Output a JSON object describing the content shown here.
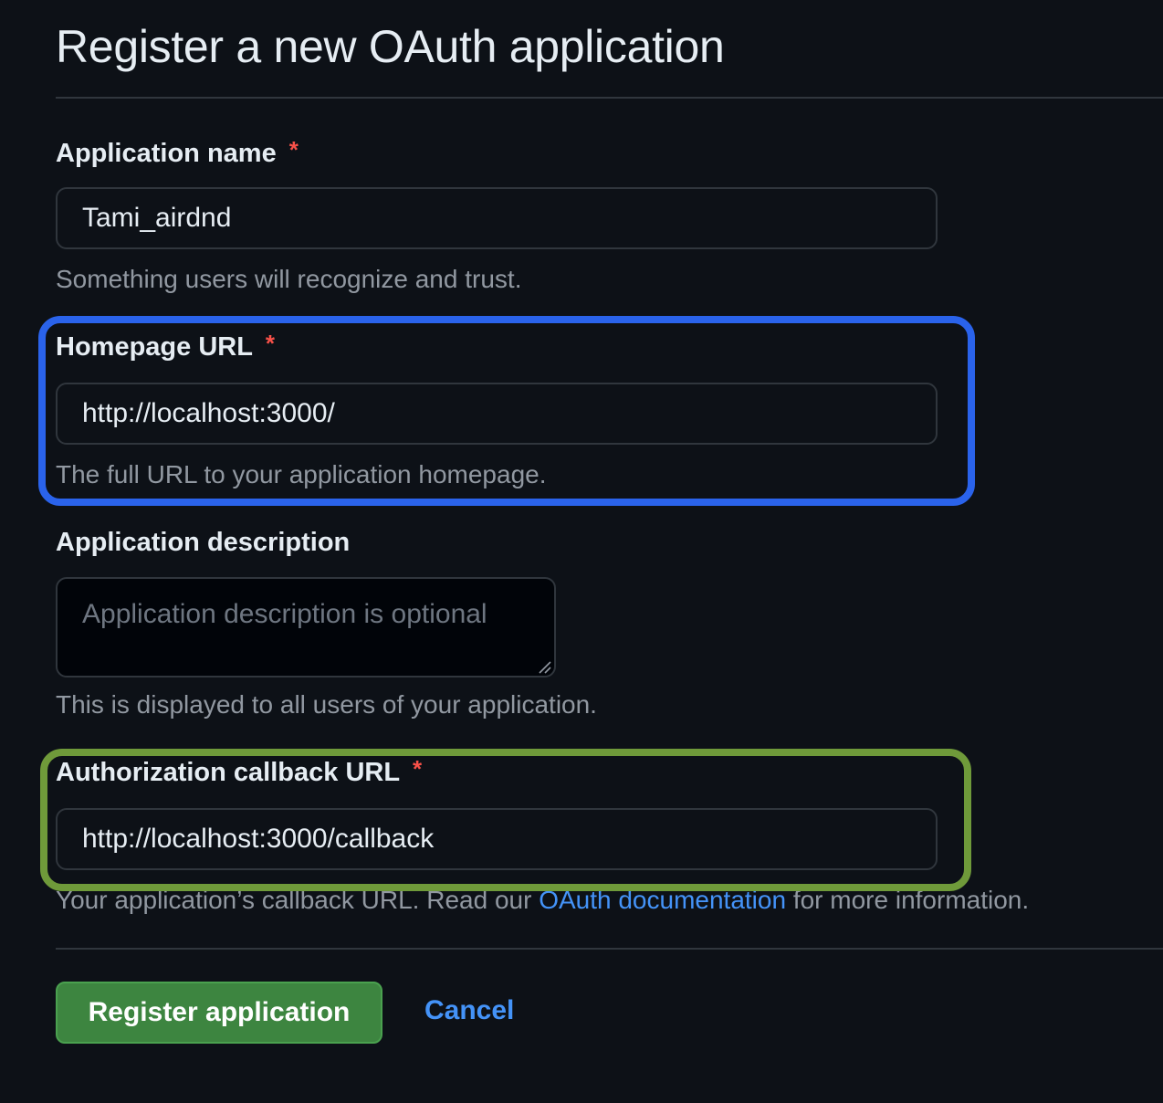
{
  "page": {
    "title": "Register a new OAuth application"
  },
  "form": {
    "app_name": {
      "label": "Application name",
      "required_mark": "*",
      "value": "Tami_airdnd",
      "hint": "Something users will recognize and trust."
    },
    "homepage_url": {
      "label": "Homepage URL",
      "required_mark": "*",
      "value": "http://localhost:3000/",
      "hint": "The full URL to your application homepage."
    },
    "description": {
      "label": "Application description",
      "placeholder": "Application description is optional",
      "hint": "This is displayed to all users of your application."
    },
    "callback_url": {
      "label": "Authorization callback URL",
      "required_mark": "*",
      "value": "http://localhost:3000/callback",
      "hint_before": "Your application’s callback URL. Read our ",
      "hint_link": "OAuth documentation",
      "hint_after": " for more information."
    }
  },
  "actions": {
    "register_label": "Register application",
    "cancel_label": "Cancel"
  },
  "colors": {
    "background": "#0d1117",
    "required": "#f85149",
    "link": "#4493f8",
    "primary_button": "#3d8540",
    "highlight_homepage": "#2a63eb",
    "highlight_callback": "#6f9a3a"
  },
  "icons": {
    "textarea_resize": "resize-handle-icon"
  }
}
